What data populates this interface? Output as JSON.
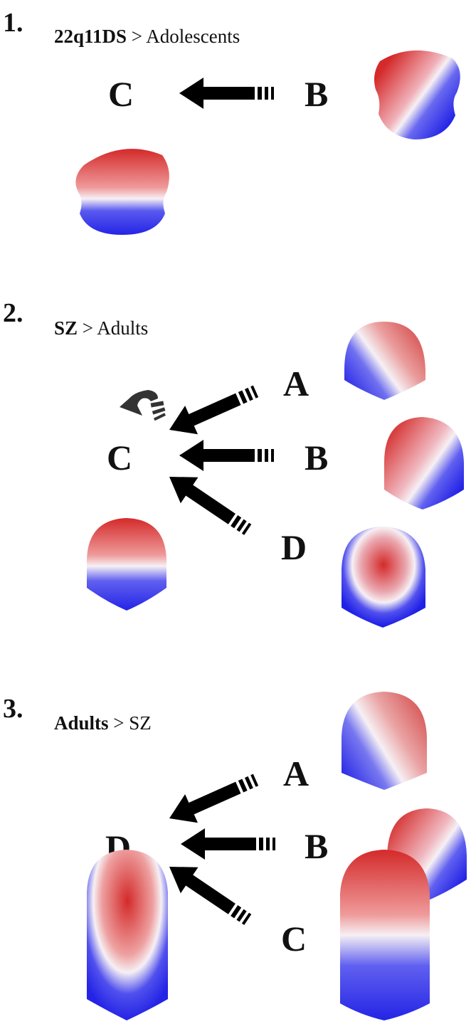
{
  "panels": [
    {
      "number": "1.",
      "group_bold": "22q11DS",
      "rest": " > Adolescents",
      "target": "C",
      "sources": [
        "B"
      ]
    },
    {
      "number": "2.",
      "group_bold": "SZ",
      "rest": " > Adults",
      "target": "C",
      "sources": [
        "A",
        "B",
        "D"
      ]
    },
    {
      "number": "3.",
      "group_bold": "Adults",
      "rest": " > SZ",
      "target": "D",
      "sources": [
        "A",
        "B",
        "C"
      ]
    }
  ],
  "colors": {
    "positive": "#d42a2a",
    "neutral": "#f6f0f4",
    "negative": "#2424e6",
    "arrow": "#333333",
    "text": "#111111"
  }
}
